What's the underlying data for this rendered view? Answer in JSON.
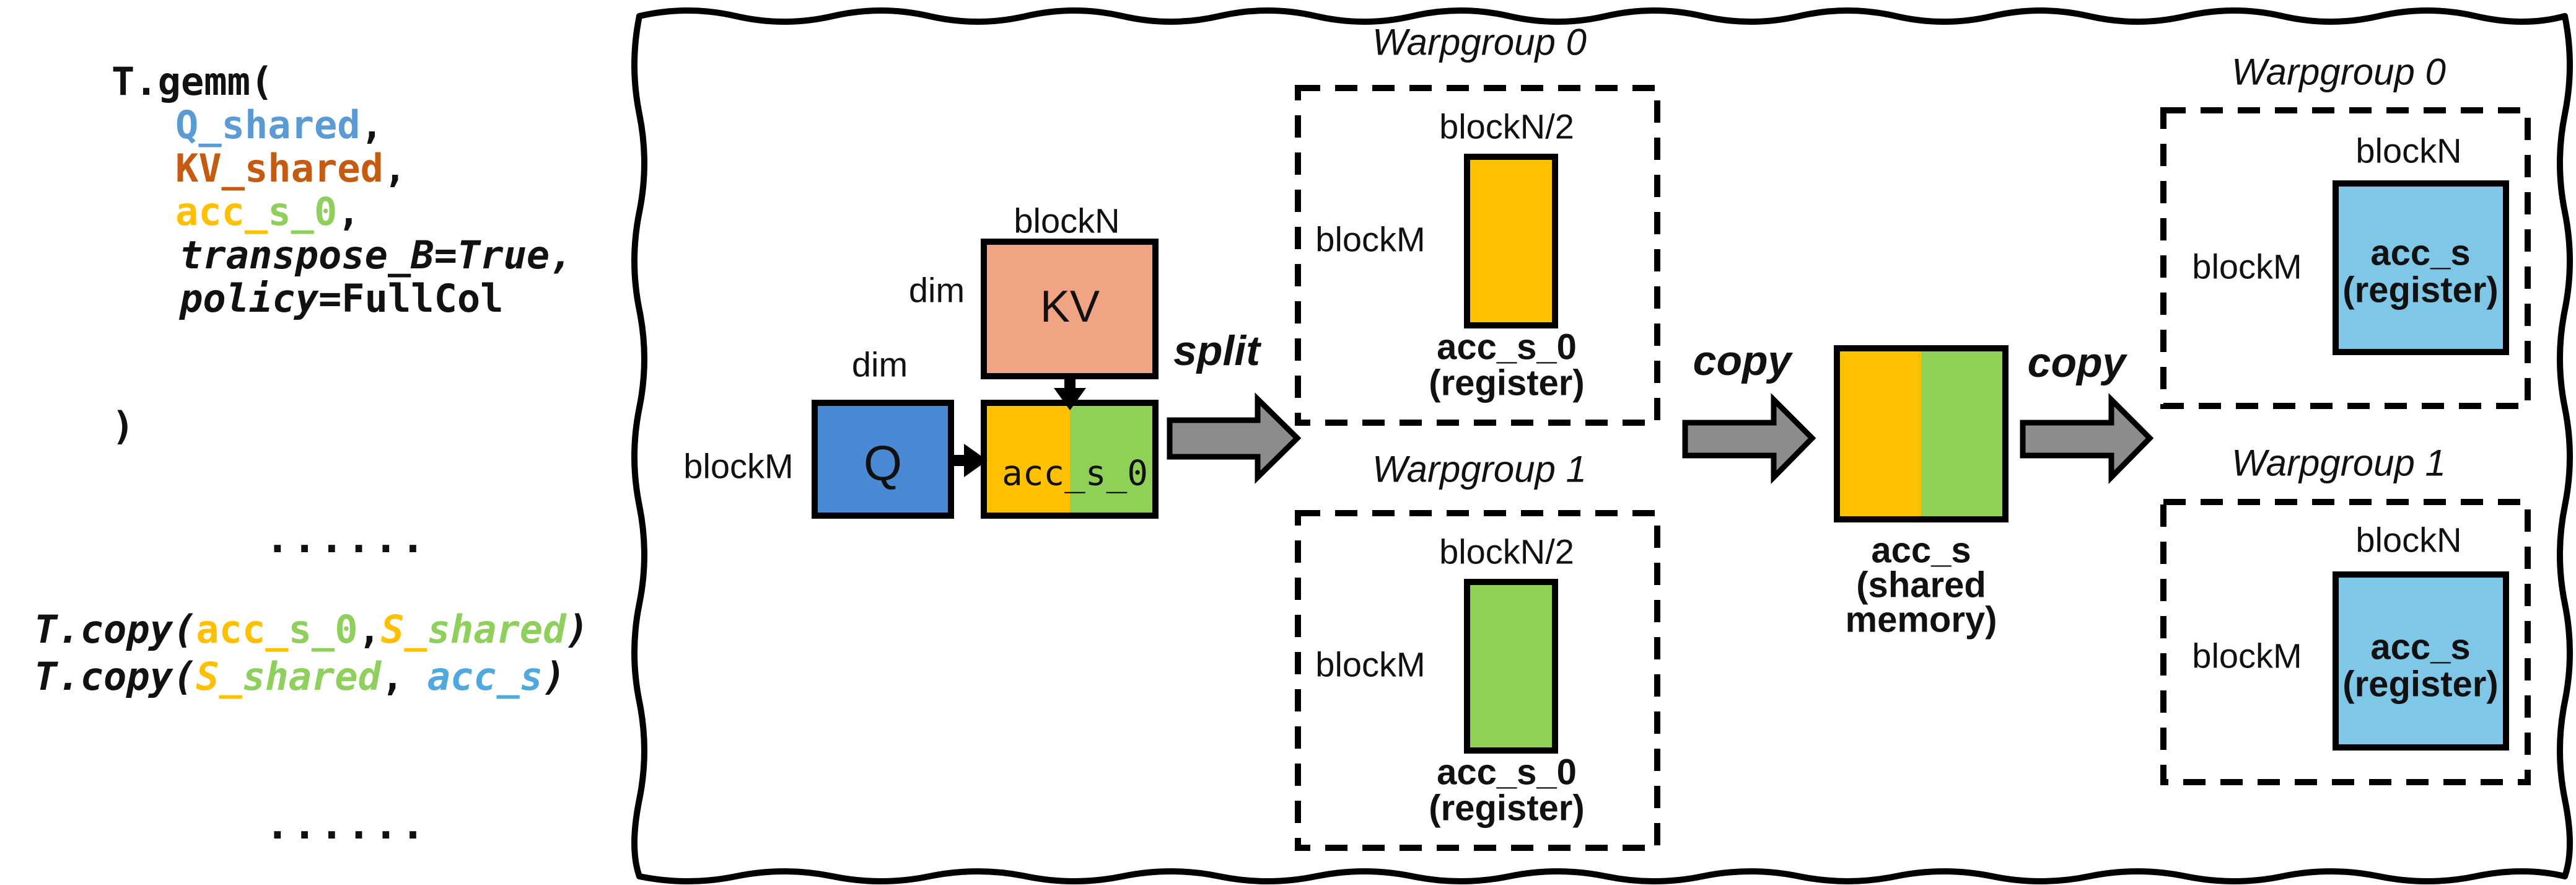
{
  "code_panel": {
    "gemm_call": {
      "fn": "T.gemm(",
      "q_arg": "Q_shared",
      "q_sep": ",",
      "kv_arg": "KV_shared",
      "kv_sep": ",",
      "acc_gold": "acc_",
      "acc_green": "s_0",
      "acc_sep": ",",
      "transpose_arg": "transpose_B=True,",
      "policy_kw": "policy",
      "policy_val": "=FullCol",
      "close": ")"
    },
    "ellipsis1": "......",
    "copy_call_1": {
      "fn": "T.copy(",
      "arg1_gold": "acc_",
      "arg1_green": "s_0",
      "sep": ",",
      "arg2_gold": "S_",
      "arg2_green": "shared",
      "close": ")"
    },
    "copy_call_2": {
      "fn": "T.copy(",
      "arg1_gold": "S_",
      "arg1_green": "shared",
      "sep": ", ",
      "arg2_blue": "acc_s",
      "close": ")"
    },
    "ellipsis2": "......"
  },
  "gemm_diagram": {
    "blockM": "blockM",
    "blockN": "blockN",
    "dim_left": "dim",
    "dim_top": "dim",
    "q_label": "Q",
    "kv_label": "KV",
    "acc_label": "acc_s_0"
  },
  "flow_labels": {
    "split": "split",
    "copy_to_shared": "copy",
    "copy_to_register": "copy"
  },
  "warpgroup0_mid": {
    "title": "Warpgroup 0",
    "width_label": "blockN/2",
    "height_label": "blockM",
    "tensor": "acc_s_0",
    "location": "(register)"
  },
  "warpgroup1_mid": {
    "title": "Warpgroup 1",
    "width_label": "blockN/2",
    "height_label": "blockM",
    "tensor": "acc_s_0",
    "location": "(register)"
  },
  "shared_block": {
    "tensor": "acc_s",
    "location_line1": "(shared",
    "location_line2": "memory)"
  },
  "warpgroup0_right": {
    "title": "Warpgroup 0",
    "width_label": "blockN",
    "height_label": "blockM",
    "tensor": "acc_s",
    "location": "(register)"
  },
  "warpgroup1_right": {
    "title": "Warpgroup 1",
    "width_label": "blockN",
    "height_label": "blockM",
    "tensor": "acc_s",
    "location": "(register)"
  },
  "colors": {
    "q_blue": "#4A89D4",
    "kv_salmon": "#F0A483",
    "gold": "#FFC000",
    "green": "#8FD056",
    "register_blue": "#7EC7E7",
    "arrow_gray": "#8C8C8C",
    "code_blue": "#5B9BD5",
    "code_rust": "#C55A11",
    "code_gold": "#FFC000",
    "code_green": "#8FD05C",
    "code_lightblue": "#4FA8DE"
  }
}
